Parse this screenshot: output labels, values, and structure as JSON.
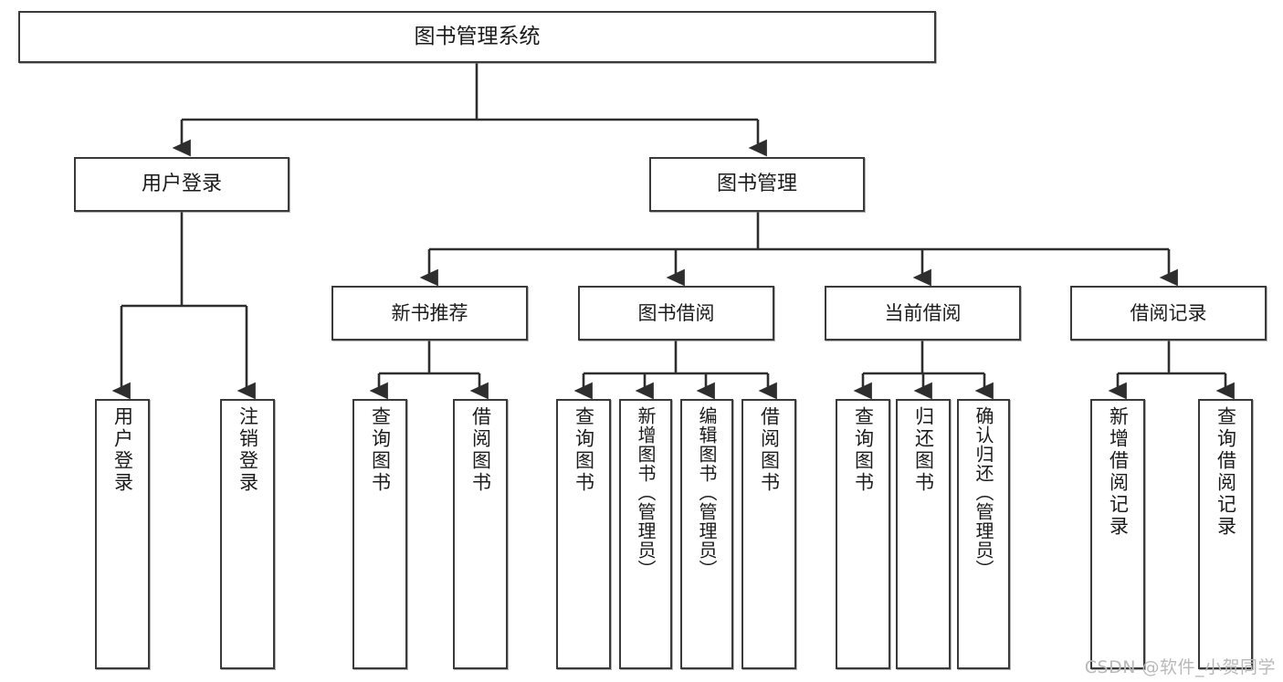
{
  "diagram": {
    "title": "图书管理系统",
    "type": "tree-hierarchy-diagram",
    "watermark": "CSDN @软件_小贺同学",
    "colors": {
      "box_border": "#3a3a3a",
      "box_fill": "#ffffff",
      "connector": "#2e2e2e",
      "text": "#1b1b1b",
      "watermark": "#b9b9b9"
    },
    "nodes": {
      "root": {
        "label": "图书管理系统"
      },
      "level2": [
        {
          "id": "user-login",
          "label": "用户登录"
        },
        {
          "id": "book-management",
          "label": "图书管理"
        }
      ],
      "level3": [
        {
          "id": "new-book-recommend",
          "label": "新书推荐"
        },
        {
          "id": "book-borrow",
          "label": "图书借阅"
        },
        {
          "id": "current-borrow",
          "label": "当前借阅"
        },
        {
          "id": "borrow-record",
          "label": "借阅记录"
        }
      ],
      "leaves": {
        "user-login": [
          {
            "id": "leaf-user-login",
            "label": "用户登录"
          },
          {
            "id": "leaf-user-logout",
            "label": "注销登录"
          }
        ],
        "new-book-recommend": [
          {
            "id": "leaf-query-book-1",
            "label": "查询图书"
          },
          {
            "id": "leaf-borrow-book-1",
            "label": "借阅图书"
          }
        ],
        "book-borrow": [
          {
            "id": "leaf-query-book-2",
            "label": "查询图书"
          },
          {
            "id": "leaf-add-book",
            "label": "新增图书（管理员）"
          },
          {
            "id": "leaf-edit-book",
            "label": "编辑图书（管理员）"
          },
          {
            "id": "leaf-borrow-book-2",
            "label": "借阅图书"
          }
        ],
        "current-borrow": [
          {
            "id": "leaf-query-book-3",
            "label": "查询图书"
          },
          {
            "id": "leaf-return-book",
            "label": "归还图书"
          },
          {
            "id": "leaf-confirm-return",
            "label": "确认归还（管理员）"
          }
        ],
        "borrow-record": [
          {
            "id": "leaf-add-record",
            "label": "新增借阅记录"
          },
          {
            "id": "leaf-query-record",
            "label": "查询借阅记录"
          }
        ]
      }
    }
  }
}
